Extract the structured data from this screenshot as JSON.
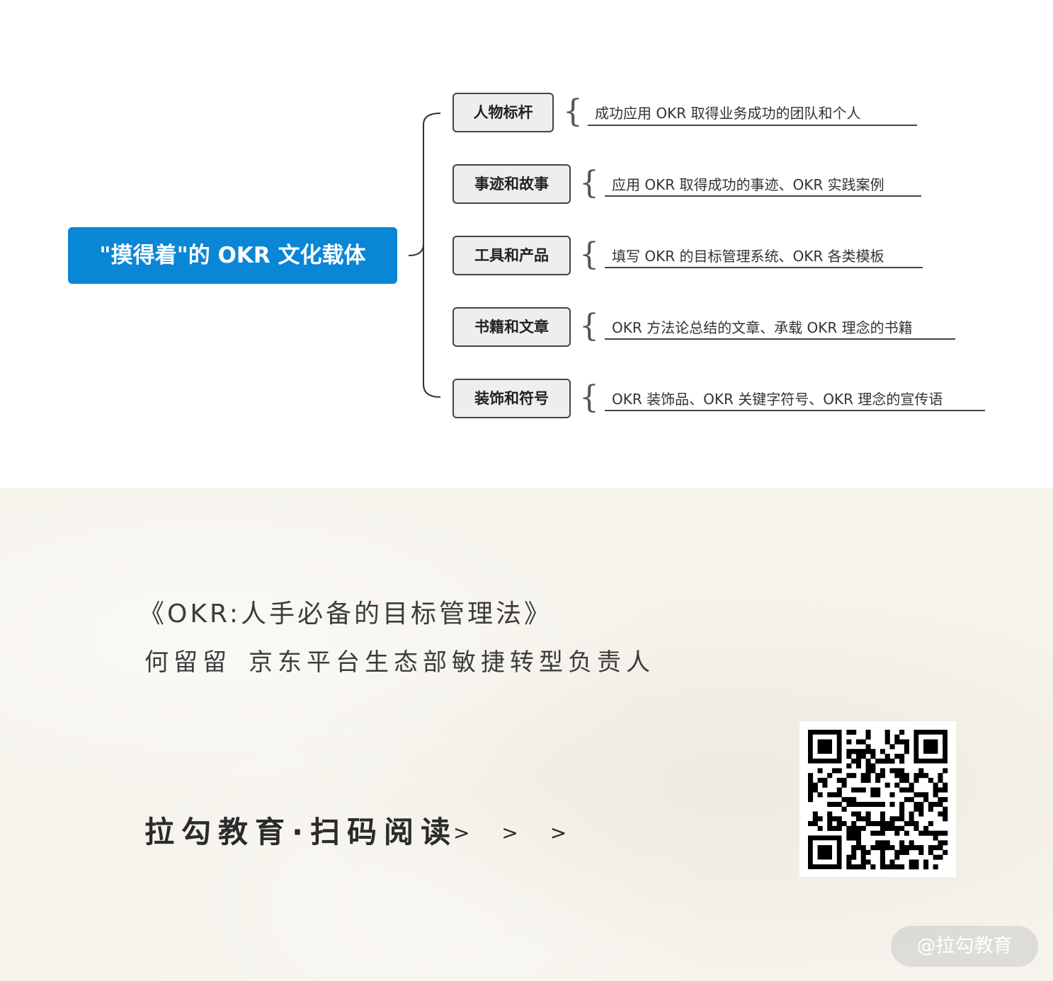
{
  "diagram": {
    "root": "\"摸得着\"的 OKR 文化载体",
    "branches": [
      {
        "label": "人物标杆",
        "detail": "成功应用 OKR 取得业务成功的团队和个人"
      },
      {
        "label": "事迹和故事",
        "detail": "应用 OKR 取得成功的事迹、OKR 实践案例"
      },
      {
        "label": "工具和产品",
        "detail": "填写 OKR 的目标管理系统、OKR 各类模板"
      },
      {
        "label": "书籍和文章",
        "detail": "OKR 方法论总结的文章、承载 OKR 理念的书籍"
      },
      {
        "label": "装饰和符号",
        "detail": "OKR 装饰品、OKR 关键字符号、OKR 理念的宣传语"
      }
    ]
  },
  "footer": {
    "book_title": "《OKR:人手必备的目标管理法》",
    "author_name": "何留留",
    "author_role": "京东平台生态部敏捷转型负责人",
    "cta": "拉勾教育·扫码阅读",
    "cta_arrows": "> > >",
    "watermark": "@拉勾教育"
  },
  "colors": {
    "root_bg": "#0a86d6",
    "bottom_bg": "#f6f3ec"
  }
}
